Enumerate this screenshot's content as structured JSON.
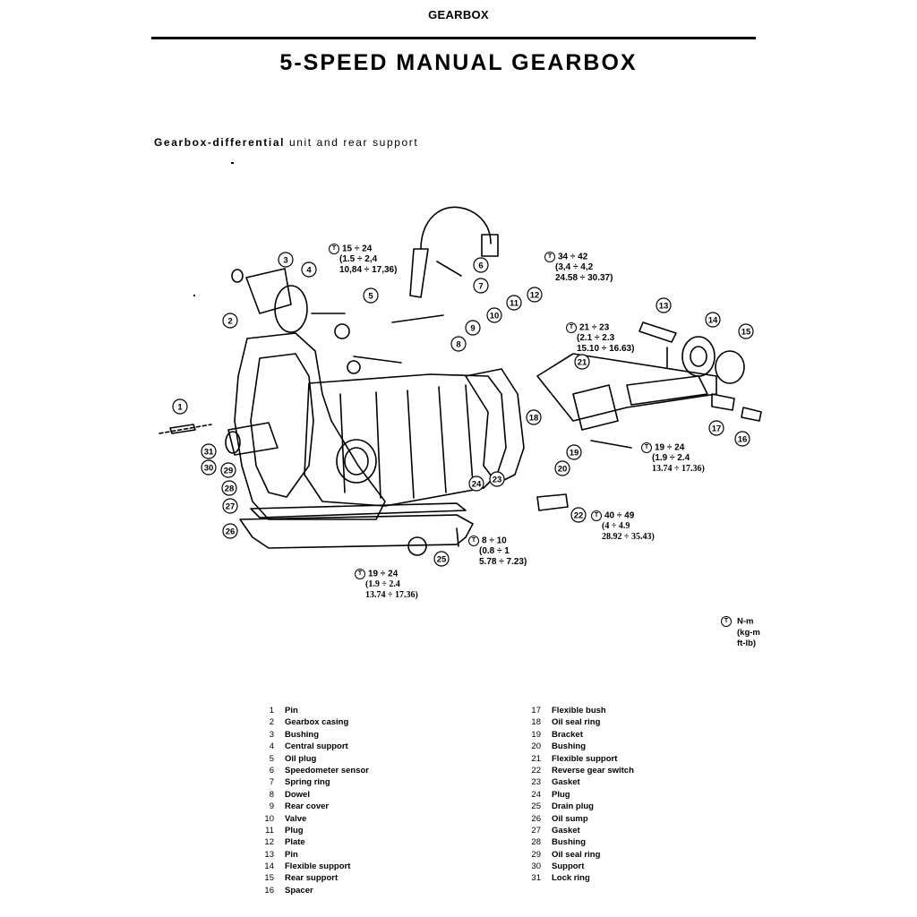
{
  "header": {
    "label": "GEARBOX"
  },
  "page": {
    "title": "5-SPEED MANUAL GEARBOX"
  },
  "section": {
    "title_bold": "Gearbox-differential",
    "title_rest": " unit and rear support"
  },
  "callouts": [
    "1",
    "2",
    "3",
    "4",
    "5",
    "6",
    "7",
    "8",
    "9",
    "10",
    "11",
    "12",
    "13",
    "14",
    "15",
    "16",
    "17",
    "18",
    "19",
    "20",
    "21",
    "22",
    "23",
    "24",
    "25",
    "26",
    "27",
    "28",
    "29",
    "30",
    "31"
  ],
  "torque_specs": [
    {
      "nm": "15 ÷ 24",
      "kgm": "(1.5 ÷ 2,4",
      "ftlb": "10,84 ÷ 17,36)"
    },
    {
      "nm": "34 ÷ 42",
      "kgm": "(3,4 ÷ 4,2",
      "ftlb": "24.58 ÷ 30.37)"
    },
    {
      "nm": "21 ÷ 23",
      "kgm": "(2.1 ÷ 2.3",
      "ftlb": "15.10 ÷ 16.63)"
    },
    {
      "nm": "19 ÷ 24",
      "kgm": "(1.9 ÷ 2.4",
      "ftlb": "13.74 ÷ 17.36)"
    },
    {
      "nm": "40 ÷ 49",
      "kgm": "(4 ÷ 4.9",
      "ftlb": "28.92 ÷ 35.43)"
    },
    {
      "nm": "8 ÷ 10",
      "kgm": "(0.8 ÷ 1",
      "ftlb": "5.78 ÷ 7.23)"
    },
    {
      "nm": "19 ÷ 24",
      "kgm": "(1.9 ÷ 2.4",
      "ftlb": "13.74 ÷ 17.36)"
    }
  ],
  "units_legend": {
    "line1": "N-m",
    "line2": "(kg-m",
    "line3": "ft-lb)"
  },
  "parts_left": [
    {
      "num": "1",
      "name": "Pin"
    },
    {
      "num": "2",
      "name": "Gearbox casing"
    },
    {
      "num": "3",
      "name": "Bushing"
    },
    {
      "num": "4",
      "name": "Central support"
    },
    {
      "num": "5",
      "name": "Oil plug"
    },
    {
      "num": "6",
      "name": "Speedometer sensor"
    },
    {
      "num": "7",
      "name": "Spring ring"
    },
    {
      "num": "8",
      "name": "Dowel"
    },
    {
      "num": "9",
      "name": "Rear cover"
    },
    {
      "num": "10",
      "name": "Valve"
    },
    {
      "num": "11",
      "name": "Plug"
    },
    {
      "num": "12",
      "name": "Plate"
    },
    {
      "num": "13",
      "name": "Pin"
    },
    {
      "num": "14",
      "name": "Flexible support"
    },
    {
      "num": "15",
      "name": "Rear support"
    },
    {
      "num": "16",
      "name": "Spacer"
    }
  ],
  "parts_right": [
    {
      "num": "17",
      "name": "Flexible bush"
    },
    {
      "num": "18",
      "name": "Oil seal ring"
    },
    {
      "num": "19",
      "name": "Bracket"
    },
    {
      "num": "20",
      "name": "Bushing"
    },
    {
      "num": "21",
      "name": "Flexible support"
    },
    {
      "num": "22",
      "name": "Reverse gear switch"
    },
    {
      "num": "23",
      "name": "Gasket"
    },
    {
      "num": "24",
      "name": "Plug"
    },
    {
      "num": "25",
      "name": "Drain plug"
    },
    {
      "num": "26",
      "name": "Oil sump"
    },
    {
      "num": "27",
      "name": "Gasket"
    },
    {
      "num": "28",
      "name": "Bushing"
    },
    {
      "num": "29",
      "name": "Oil seal ring"
    },
    {
      "num": "30",
      "name": "Support"
    },
    {
      "num": "31",
      "name": "Lock ring"
    }
  ]
}
